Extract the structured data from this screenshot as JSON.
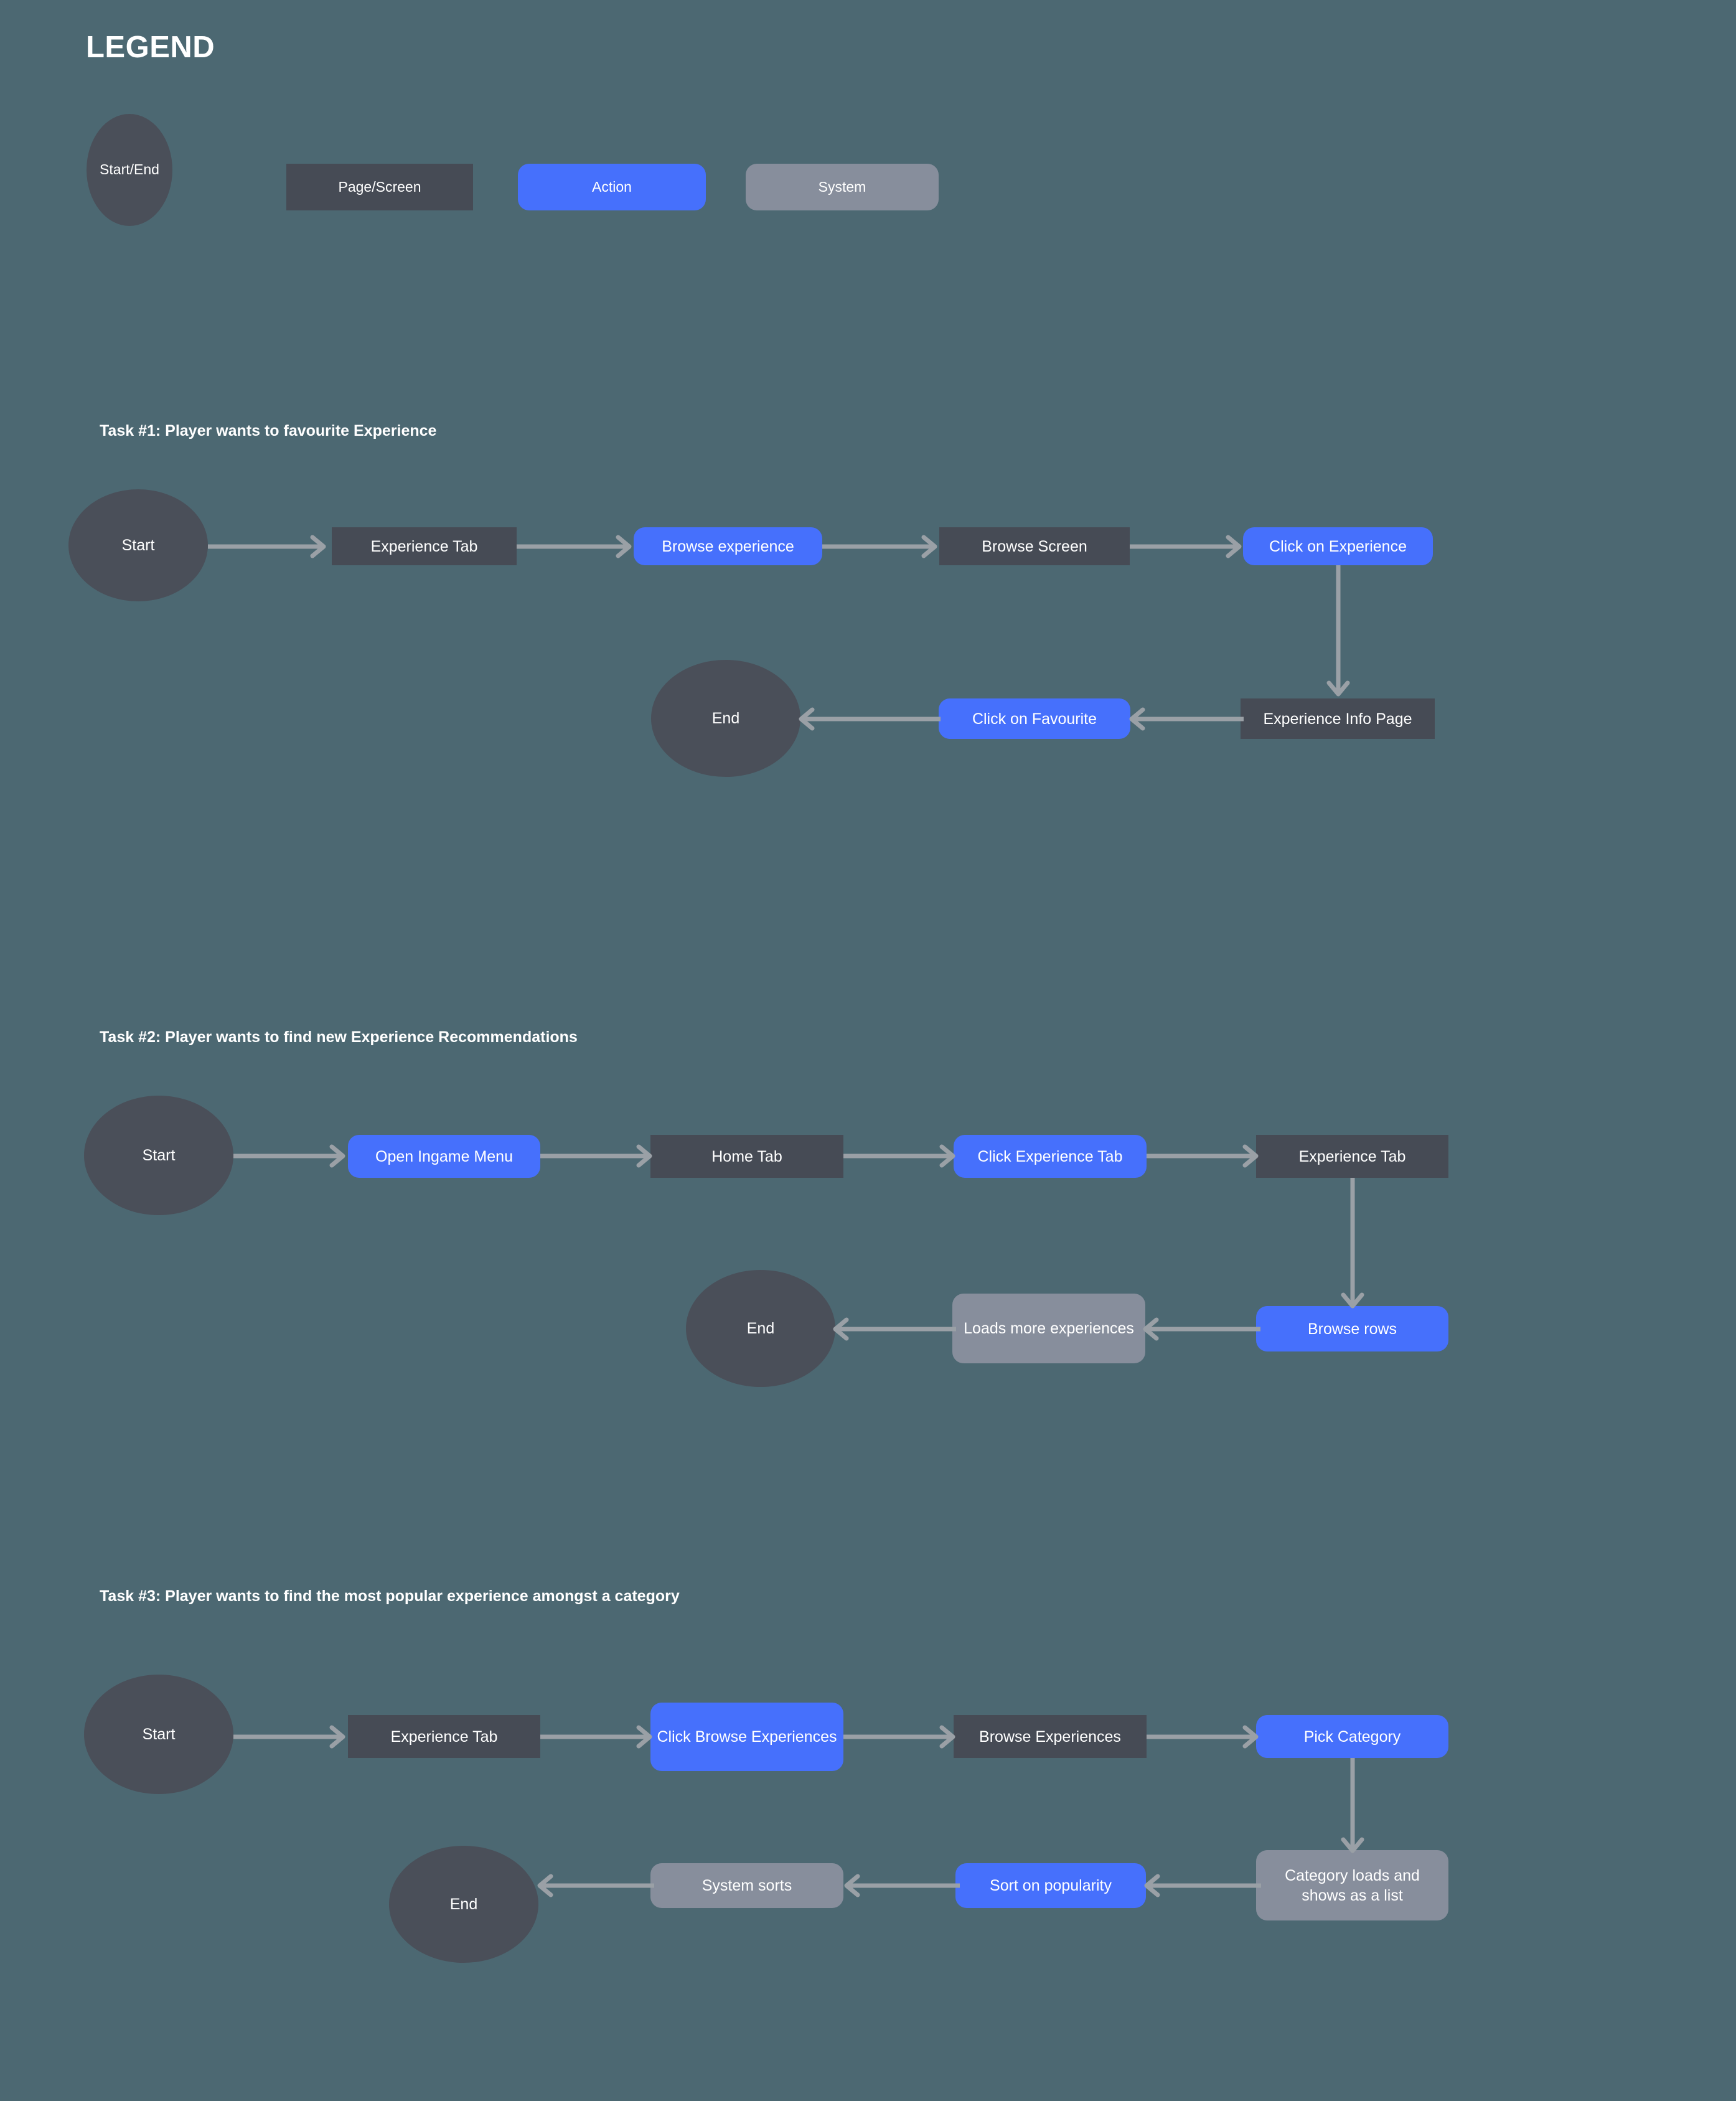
{
  "page": {
    "background_color": "#4c6872",
    "title": "LEGEND"
  },
  "palette": {
    "background": "#4c6872",
    "terminal": "#4a4f59",
    "screen": "#464b55",
    "action": "#4670fc",
    "system": "#878e9c",
    "arrow": "#9aa0a6",
    "text": "#ffffff"
  },
  "legend": {
    "title": "LEGEND",
    "items": [
      {
        "label": "Start/End",
        "shape": "circle",
        "type": "terminal"
      },
      {
        "label": "Page/Screen",
        "shape": "rectangle",
        "type": "screen"
      },
      {
        "label": "Action",
        "shape": "rounded-rect",
        "type": "action"
      },
      {
        "label": "System",
        "shape": "rounded-rect",
        "type": "system"
      }
    ]
  },
  "tasks": [
    {
      "header": "Task #1: Player wants to favourite Experience",
      "nodes": [
        {
          "label": "Start",
          "type": "terminal"
        },
        {
          "label": "Experience Tab",
          "type": "screen"
        },
        {
          "label": "Browse experience",
          "type": "action"
        },
        {
          "label": "Browse Screen",
          "type": "screen"
        },
        {
          "label": "Click on Experience",
          "type": "action"
        },
        {
          "label": "Experience Info Page",
          "type": "screen"
        },
        {
          "label": "Click on Favourite",
          "type": "action"
        },
        {
          "label": "End",
          "type": "terminal"
        }
      ]
    },
    {
      "header": "Task #2: Player wants to find new Experience Recommendations",
      "nodes": [
        {
          "label": "Open Ingame Menu",
          "type": "action"
        },
        {
          "label": "Home Tab",
          "type": "screen"
        },
        {
          "label": "Click Experience Tab",
          "type": "action"
        },
        {
          "label": "Experience Tab",
          "type": "screen"
        },
        {
          "label": "Browse rows",
          "type": "action"
        },
        {
          "label": "Loads more experiences",
          "type": "system"
        },
        {
          "label": "Start",
          "type": "terminal"
        },
        {
          "label": "End",
          "type": "terminal"
        }
      ]
    },
    {
      "header": "Task #3: Player wants to find the most popular experience amongst a category",
      "nodes": [
        {
          "label": "Start",
          "type": "terminal"
        },
        {
          "label": "Experience Tab",
          "type": "screen"
        },
        {
          "label": "Click Browse Experiences",
          "type": "action"
        },
        {
          "label": "Browse Experiences",
          "type": "screen"
        },
        {
          "label": "Pick Category",
          "type": "action"
        },
        {
          "label": "Category loads and shows as a list",
          "type": "system"
        },
        {
          "label": "Sort on popularity",
          "type": "action"
        },
        {
          "label": "System sorts",
          "type": "system"
        },
        {
          "label": "End",
          "type": "terminal"
        }
      ]
    }
  ],
  "task1": {
    "header": "Task #1: Player wants to favourite Experience",
    "start": "Start",
    "n1": "Experience Tab",
    "n2": "Browse experience",
    "n3": "Browse Screen",
    "n4": "Click on Experience",
    "n5": "Experience Info Page",
    "n6": "Click on Favourite",
    "end": "End"
  },
  "task2": {
    "header": "Task #2: Player wants to find new Experience Recommendations",
    "start": "Start",
    "n1": "Open Ingame Menu",
    "n2": "Home Tab",
    "n3": "Click Experience Tab",
    "n4": "Experience Tab",
    "n5": "Browse rows",
    "n6": "Loads more experiences",
    "end": "End"
  },
  "task3": {
    "header": "Task #3: Player wants to find the most popular experience amongst a category",
    "start": "Start",
    "n1": "Experience Tab",
    "n2": "Click Browse Experiences",
    "n3": "Browse Experiences",
    "n4": "Pick Category",
    "n5": "Category loads and shows as a list",
    "n6": "Sort on popularity",
    "n7": "System sorts",
    "end": "End"
  }
}
